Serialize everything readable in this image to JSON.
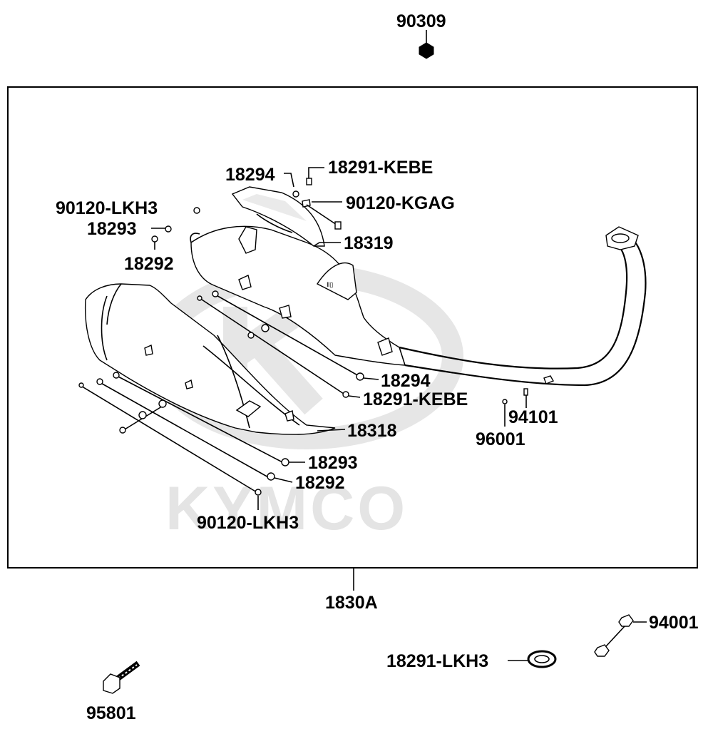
{
  "diagram": {
    "watermark": "KYMCO",
    "assembly_label": "1830A",
    "labels": {
      "nut_top": "90309",
      "bracket_bolt_top": "18291-KEBE",
      "bracket_washer_top": "18294",
      "bracket_screw_top": "90120-KGAG",
      "heat_shield_upper": "18319",
      "screw_left": "90120-LKH3",
      "washer_left_a": "18293",
      "washer_left_b": "18292",
      "washer_mid": "18294",
      "bolt_mid": "18291-KEBE",
      "heat_shield_lower": "18318",
      "stud": "94101",
      "gasket_small": "96001",
      "washer_lower_a": "18293",
      "washer_lower_b": "18292",
      "screw_lower": "90120-LKH3",
      "flange_bolt": "95801",
      "exhaust_gasket": "18291-LKH3",
      "nut_right": "94001"
    }
  }
}
